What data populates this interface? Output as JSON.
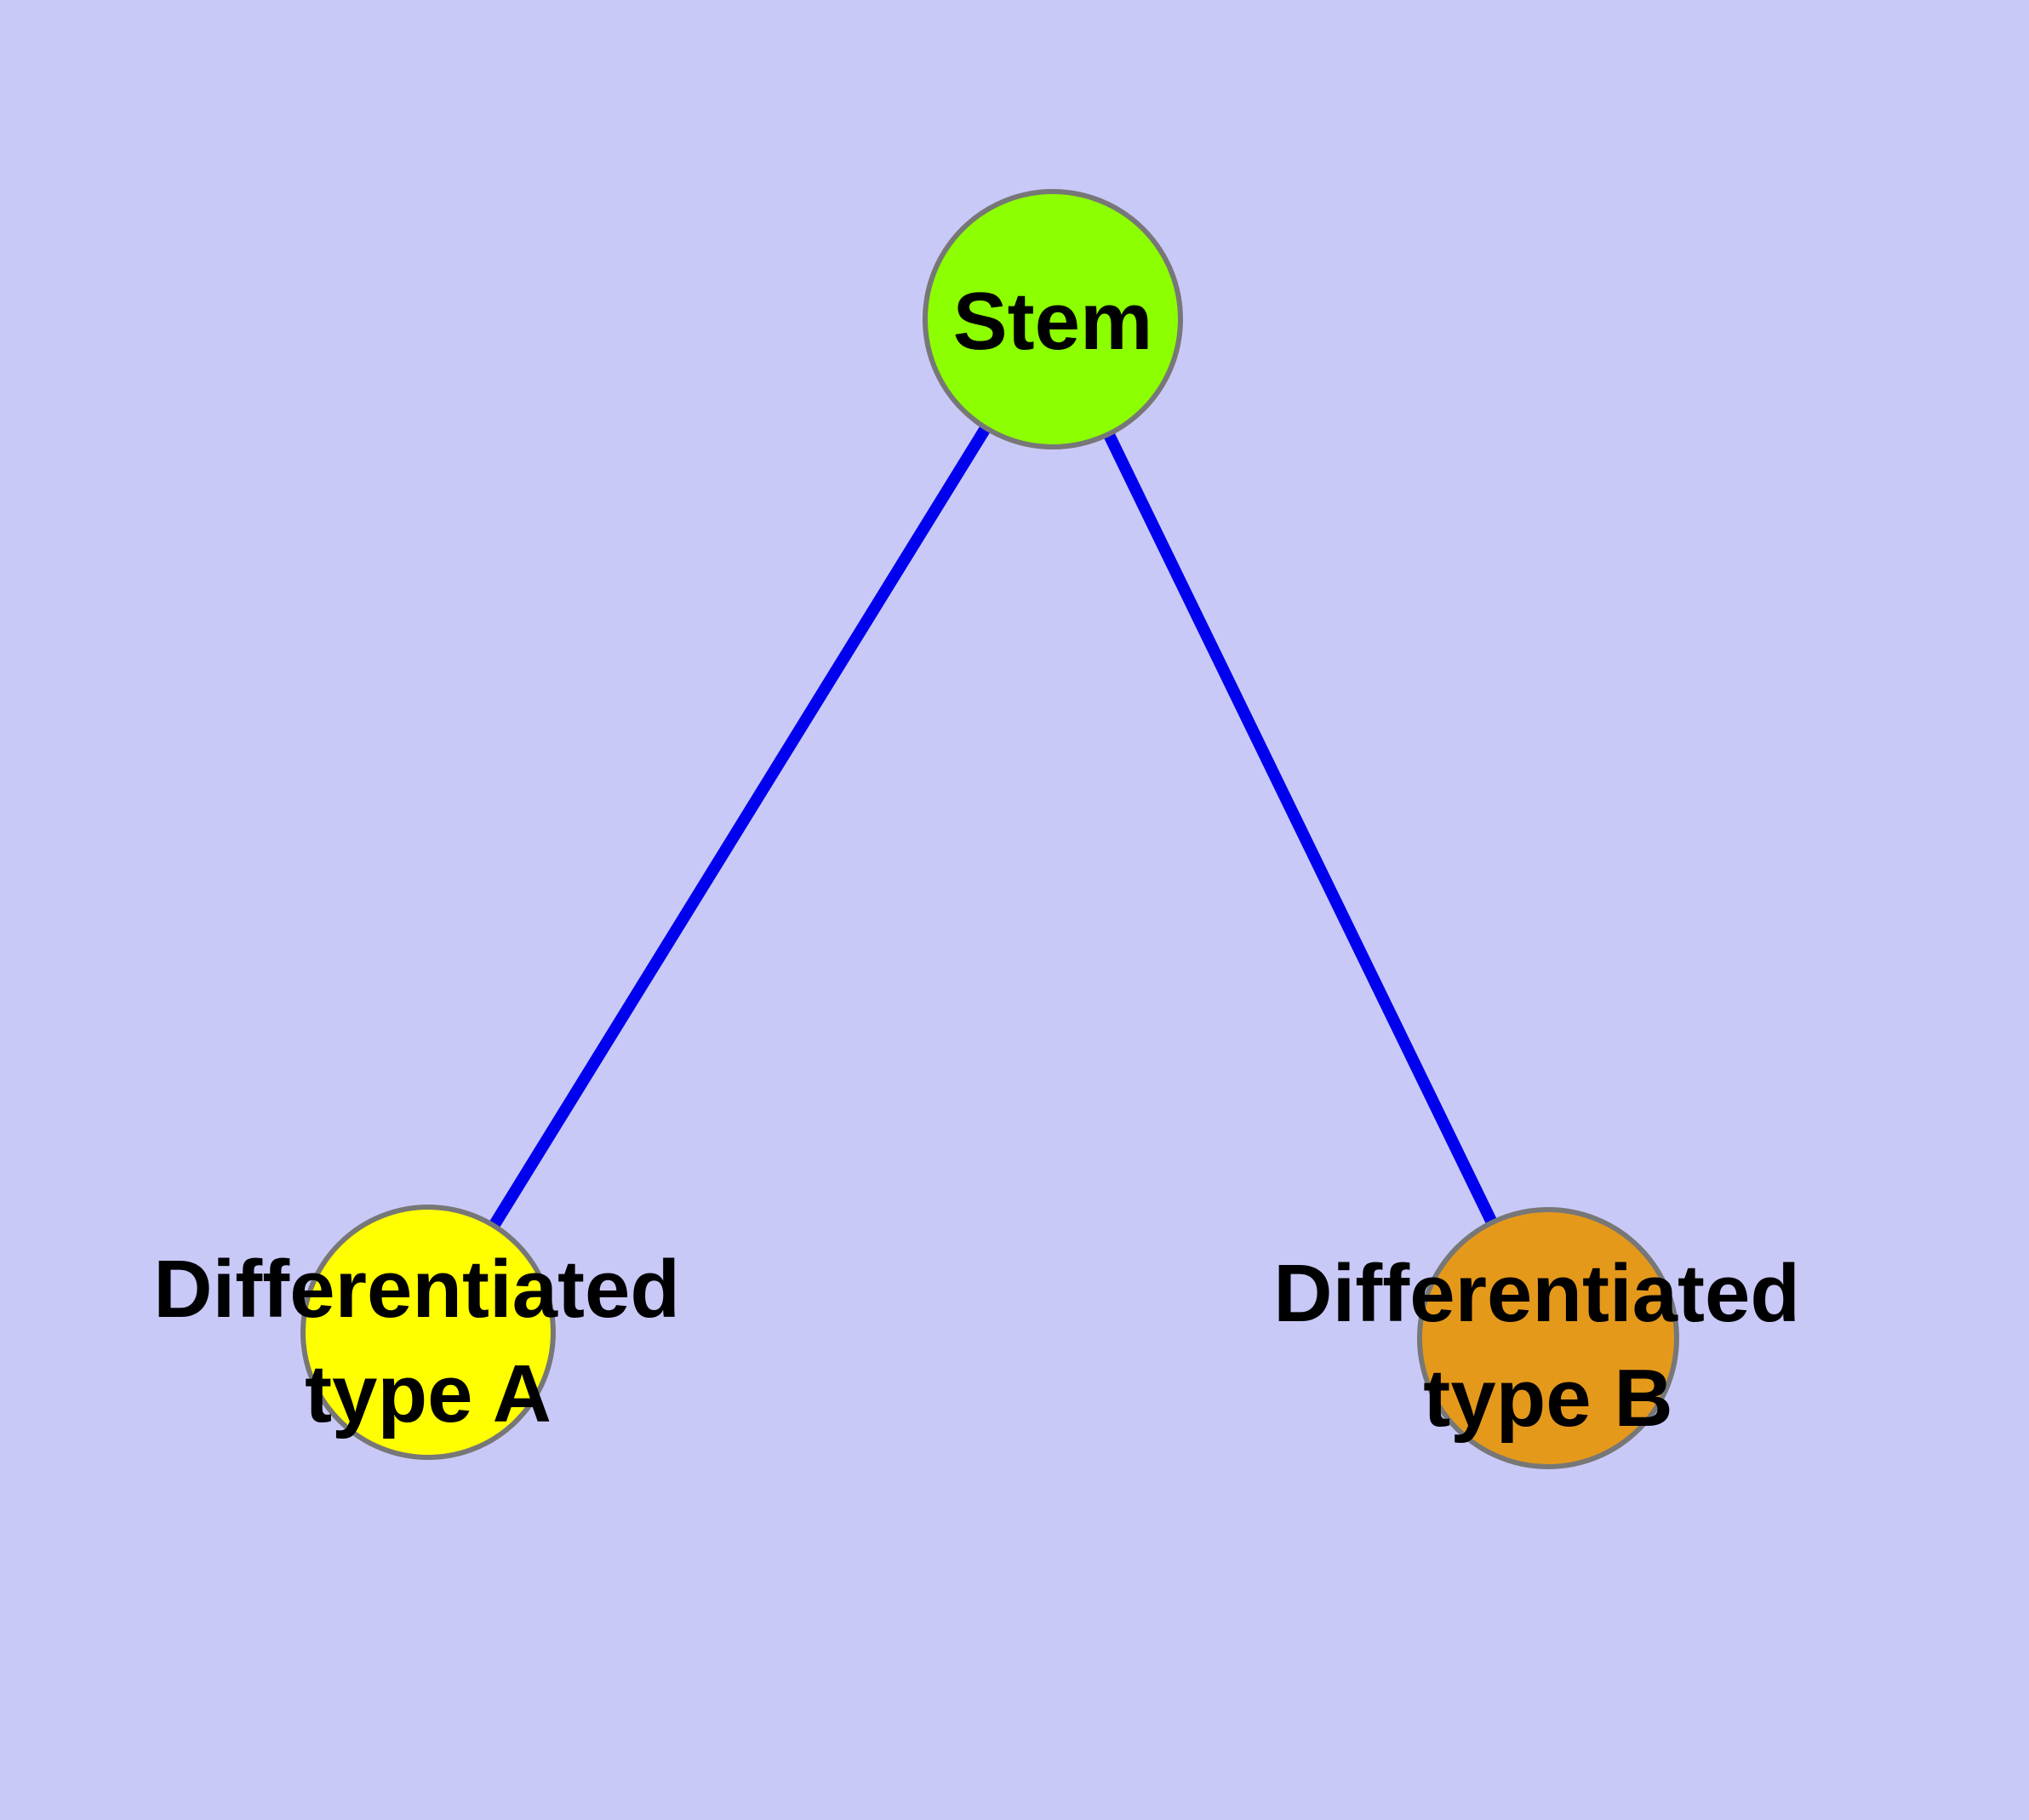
{
  "diagram": {
    "type": "graph",
    "nodes": [
      {
        "id": "stem",
        "label": "Stem",
        "color": "#8CFF00"
      },
      {
        "id": "differentiated-type-a",
        "label_line1": "Differentiated",
        "label_line2": "type A",
        "color": "#FFFF00"
      },
      {
        "id": "differentiated-type-b",
        "label_line1": "Differentiated",
        "label_line2": "type B",
        "color": "#E5991B"
      }
    ],
    "edges": [
      {
        "from": "stem",
        "to": "differentiated-type-a"
      },
      {
        "from": "stem",
        "to": "differentiated-type-b"
      }
    ],
    "colors": {
      "background": "#C9C9F8",
      "node_border": "#777777",
      "edge": "#0000EE",
      "label_text": "#000000"
    }
  }
}
